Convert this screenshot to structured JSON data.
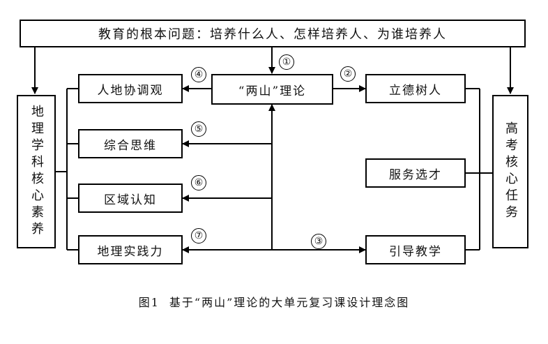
{
  "top_banner": "教育的根本问题：培养什么人、怎样培养人、为谁培养人",
  "center_concept": "“两山”理论",
  "left_panel": "地理学科核心素养",
  "right_panel": "高考核心任务",
  "left_items": [
    "人地协调观",
    "综合思维",
    "区域认知",
    "地理实践力"
  ],
  "right_items": [
    "立德树人",
    "服务选才",
    "引导教学"
  ],
  "markers": [
    "①",
    "②",
    "③",
    "④",
    "⑤",
    "⑥",
    "⑦"
  ],
  "caption": {
    "figure_no": "图1",
    "title": "基于“两山”理论的大单元复习课设计理念图"
  }
}
